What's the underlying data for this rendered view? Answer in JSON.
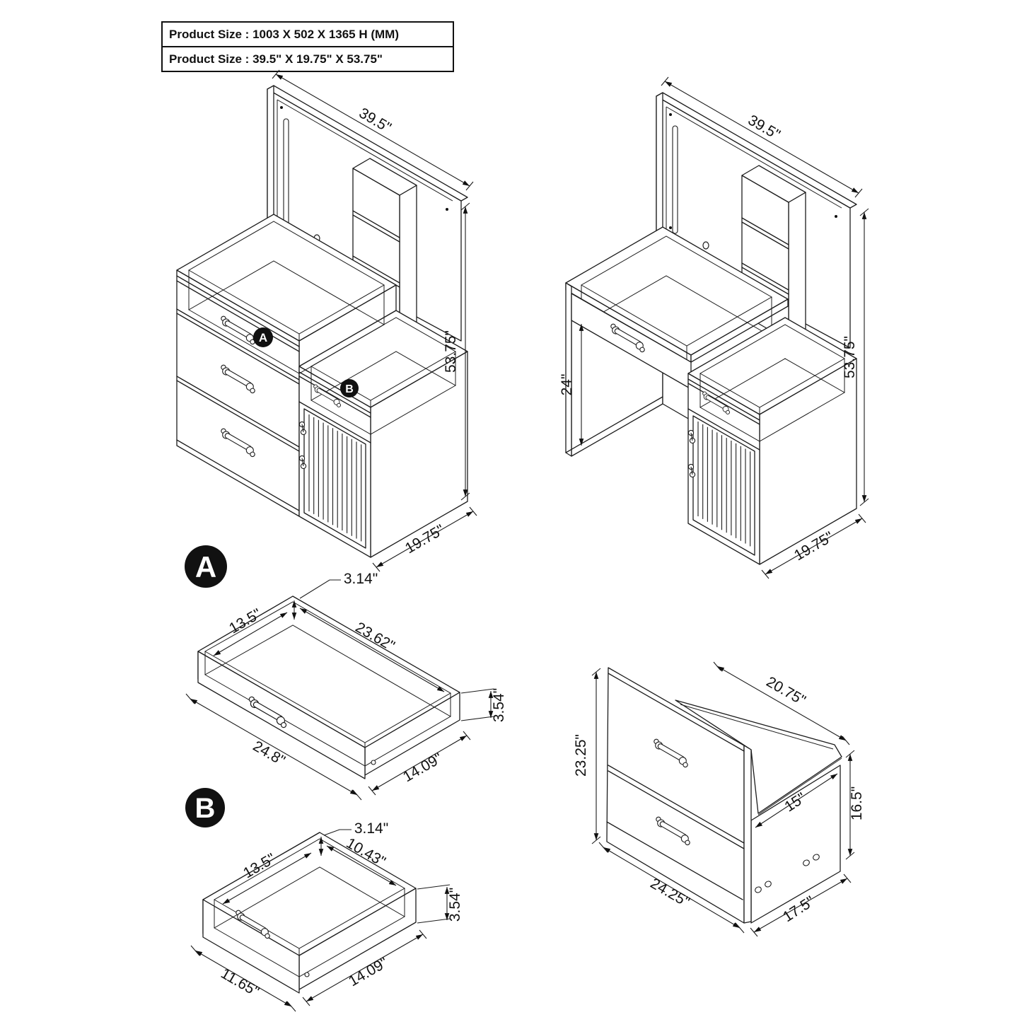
{
  "header": {
    "line1": "Product Size : 1003 X 502 X 1365 H (MM)",
    "line2": "Product Size : 39.5\" X 19.75\" X 53.75\""
  },
  "views": {
    "vanity_combined": {
      "width": "39.5\"",
      "height": "53.75\"",
      "depth": "19.75\"",
      "badge_a": "A",
      "badge_b": "B"
    },
    "vanity_desk": {
      "width": "39.5\"",
      "knee_height": "24\"",
      "height": "53.75\"",
      "depth": "19.75\""
    },
    "drawer_a": {
      "label": "A",
      "wall_thickness": "3.14\"",
      "inner_depth": "13.5\"",
      "inner_width": "23.62\"",
      "side_height": "3.54\"",
      "front_width": "24.8\"",
      "outer_depth": "14.09\""
    },
    "drawer_b": {
      "label": "B",
      "wall_thickness": "3.14\"",
      "inner_depth": "13.5\"",
      "inner_width": "10.43\"",
      "side_height": "3.54\"",
      "front_width": "11.65\"",
      "outer_depth": "14.09\""
    },
    "cabinet_detail": {
      "side_height": "23.25\"",
      "top_width": "20.75\"",
      "top_depth": "15\"",
      "right_height": "16.5\"",
      "front_width": "24.25\"",
      "bottom_depth": "17.5\""
    }
  }
}
